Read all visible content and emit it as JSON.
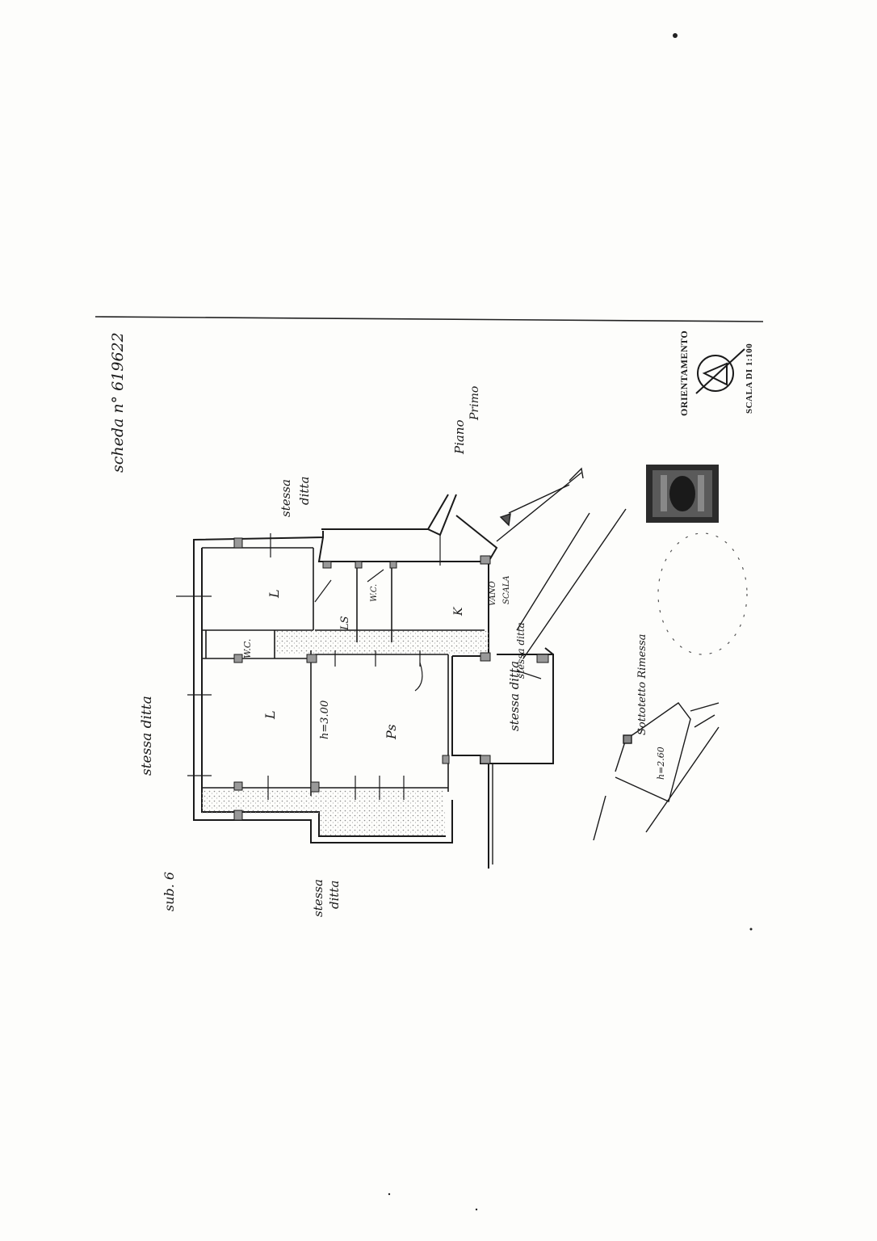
{
  "header": {
    "card_label": "scheda n° 619622"
  },
  "floor": {
    "label_line1": "Piano",
    "label_line2": "Primo"
  },
  "neighbors": {
    "top": {
      "line1": "stessa",
      "line2": "ditta"
    },
    "left": "stessa ditta",
    "bottom": {
      "line1": "stessa",
      "line2": "ditta"
    },
    "right": "stessa ditta",
    "stair": "stessa ditta"
  },
  "rooms": {
    "letto1": "L",
    "letto2": "L",
    "wc1": "W.C.",
    "wc2": "W.C.",
    "ls": "LS",
    "kitchen": "K",
    "soggiorno": "Ps",
    "height": "h=3.00"
  },
  "stair": {
    "line1": "VANO",
    "line2": "SCALA"
  },
  "basement": {
    "label": "Sottotetto Rimessa",
    "height": "h=2.60"
  },
  "sheet": {
    "sub": "sub. 6"
  },
  "legend": {
    "orientation": "ORIENTAMENTO",
    "scale": "SCALA DI 1:100"
  },
  "colors": {
    "ink": "#1a1a1a",
    "paper": "#fdfdfb",
    "hatch": "#bdbdbd"
  }
}
